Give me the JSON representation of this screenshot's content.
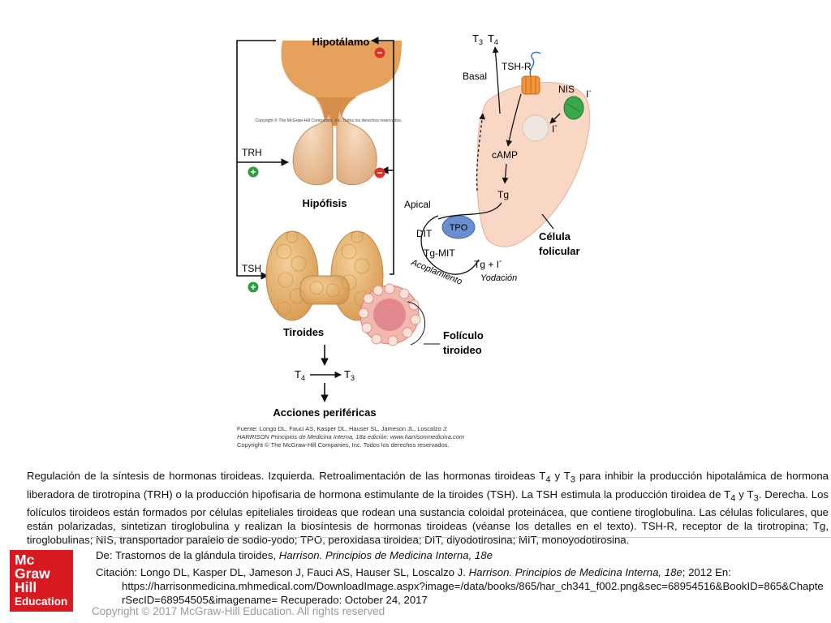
{
  "figure": {
    "labels": {
      "hypothalamus": "Hipotálamo",
      "trh": "TRH",
      "tsh": "TSH",
      "pituitary": "Hipófisis",
      "thyroid": "Tiroides",
      "t4": "T",
      "t4_sub": "4",
      "t3": "T",
      "t3_sub": "3",
      "peripheral": "Acciones periféricas",
      "follicle_line1": "Folículo",
      "follicle_line2": "tiroideo",
      "top_t3": "T",
      "top_t3_sub": "3",
      "top_t4": "T",
      "top_t4_sub": "4",
      "basal": "Basal",
      "tsh_r": "TSH-R",
      "nis": "NIS",
      "iodide": "I",
      "iodide_charge": "-",
      "camp": "cAMP",
      "tg": "Tg",
      "apical": "Apical",
      "tpo": "TPO",
      "dit": "DIT",
      "tg_mit": "Tg-MIT",
      "coupling": "Acoplamiento",
      "tg_plus_i": "Tg +  I",
      "iodination": "Yodación",
      "cell_line1": "Célula",
      "cell_line2": "folicular",
      "copyright_small": "Copyright © The McGraw-Hill Companies, Inc. Todos los derechos reservados.",
      "source_line1": "Fuente: Longo DL, Fauci AS, Kasper DL, Hauser SL, Jameson JL, Loscalzo J:",
      "source_line2": "HARRISON Principios de Medicina Interna, 18a edición: www.harrisonmedicina.com",
      "source_line3": "Copyright © The McGraw-Hill Companies, Inc. Todos los derechos reservados."
    },
    "signs": {
      "minus": "−",
      "plus": "+"
    },
    "colors": {
      "gland_orange": "#e8a360",
      "gland_dark": "#c77b2f",
      "pituitary_fill": "#f1c9a0",
      "thyroid_fill": "#e9bb7d",
      "cell_fill": "#f9d7c4",
      "minus_red": "#d9342b",
      "plus_green": "#2e9e3e",
      "tpo_blue": "#6a8fd0",
      "nis_green": "#3aa84a"
    }
  },
  "caption": {
    "p1": "Regulación de la síntesis de hormonas tiroideas. Izquierda. Retroalimentación de las hormonas tiroideas T",
    "p1_sub1": "4",
    "p2": " y T",
    "p2_sub": "3",
    "p3": " para inhibir la producción hipotalámica de hormona liberadora de tirotropina (TRH) o la producción hipofisaria de hormona estimulante de la tiroides (TSH). La TSH estimula la producción tiroidea de T",
    "p3_sub": "4",
    "p4": " y T",
    "p4_sub": "3",
    "p5": ". Derecha. Los folículos tiroideos están formados por células epiteliales tiroideas que rodean una sustancia coloidal proteinácea, que contiene tiroglobulina. Las células foliculares, que están polarizadas, sintetizan tiroglobulina y realizan la biosíntesis de hormonas tiroideas (véanse los detalles en el texto). TSH-R, receptor de la tirotropina; Tg, tiroglobulinas; NIS, transportador paralelo de sodio-yodo; TPO, peroxidasa tiroidea; DIT, diyodotirosina; MIT, monoyodotirosina."
  },
  "reference": {
    "from_label": "De: Trastornos de la glándula tiroides, ",
    "from_book": "Harrison. Principios de Medicina Interna, 18e",
    "citation_label": "Citación: Longo DL, Kasper DL, Jameson J, Fauci AS, Hauser SL, Loscalzo J",
    "citation_sep": ". ",
    "citation_book": "Harrison. Principios de Medicina Interna, 18e",
    "citation_rest": "; 2012 En:",
    "citation_url": "https://harrisonmedicina.mhmedical.com/DownloadImage.aspx?image=/data/books/865/har_ch341_f002.png&sec=68954516&BookID=865&ChapterSecID=68954505&imagename= Recuperado: October 24, 2017"
  },
  "logo": {
    "line1": "Mc",
    "line2": "Graw",
    "line3": "Hill",
    "line4": "Education"
  },
  "copyright": "Copyright © 2017 McGraw-Hill Education. All rights reserved"
}
